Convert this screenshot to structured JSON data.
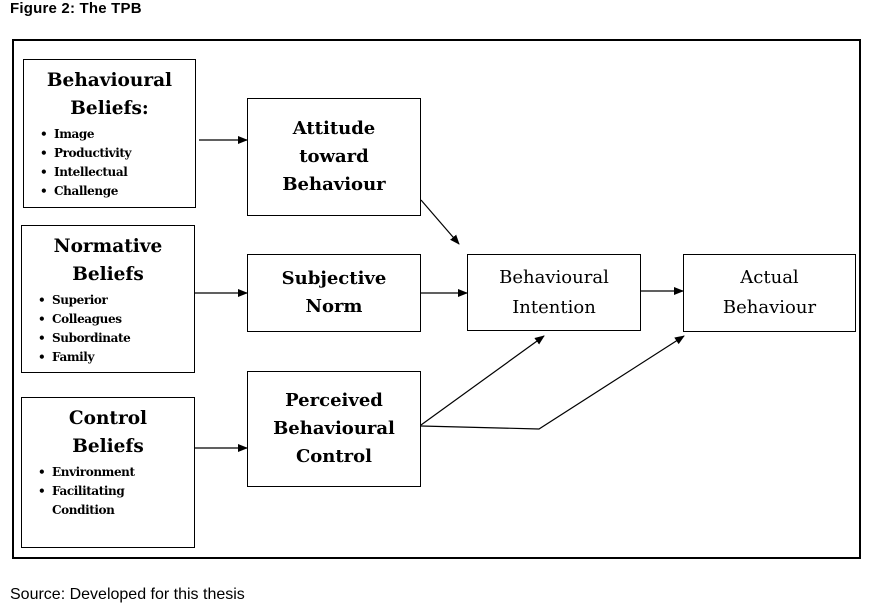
{
  "figure_title": "Figure 2: The TPB",
  "source": "Source: Developed for this thesis",
  "boxes": {
    "behavioural_beliefs": {
      "title": "Behavioural\nBeliefs:",
      "items": [
        "Image",
        "Productivity",
        "Intellectual",
        "Challenge"
      ]
    },
    "normative_beliefs": {
      "title": "Normative\nBeliefs",
      "items": [
        "Superior",
        "Colleagues",
        "Subordinate",
        "Family"
      ]
    },
    "control_beliefs": {
      "title": "Control\nBeliefs",
      "items": [
        "Environment",
        "Facilitating\nCondition"
      ]
    },
    "attitude": {
      "title": "Attitude\ntoward\nBehaviour"
    },
    "subjective_norm": {
      "title": "Subjective\nNorm"
    },
    "perceived_control": {
      "title": "Perceived\nBehavioural\nControl"
    },
    "intention": {
      "title": "Behavioural\nIntention"
    },
    "actual_behaviour": {
      "title": "Actual\nBehaviour"
    }
  },
  "connections": [
    {
      "from": "behavioural_beliefs",
      "to": "attitude"
    },
    {
      "from": "normative_beliefs",
      "to": "subjective_norm"
    },
    {
      "from": "control_beliefs",
      "to": "perceived_control"
    },
    {
      "from": "attitude",
      "to": "intention"
    },
    {
      "from": "subjective_norm",
      "to": "intention"
    },
    {
      "from": "perceived_control",
      "to": "intention"
    },
    {
      "from": "perceived_control",
      "to": "actual_behaviour"
    },
    {
      "from": "intention",
      "to": "actual_behaviour"
    }
  ]
}
